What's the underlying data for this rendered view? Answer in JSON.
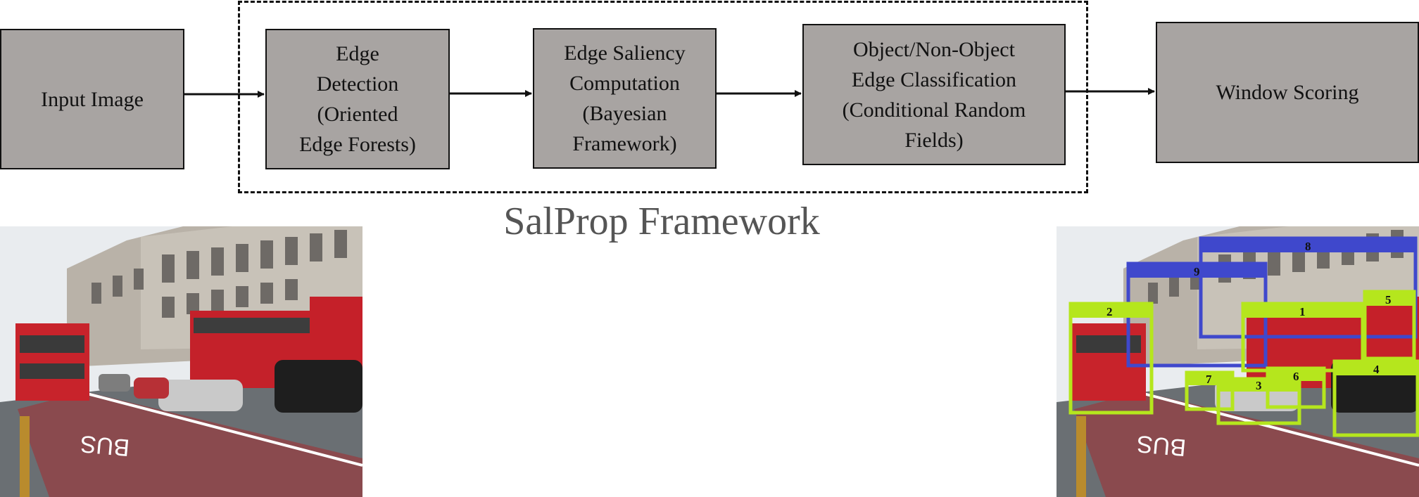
{
  "pipeline": {
    "input": "Input Image",
    "edge_detection": "Edge\nDetection\n(Oriented\nEdge Forests)",
    "saliency": "Edge Saliency\nComputation\n(Bayesian\nFramework)",
    "classification": "Object/Non-Object\nEdge Classification\n(Conditional Random\nFields)",
    "scoring": "Window Scoring",
    "framework_label": "SalProp Framework"
  },
  "detections": [
    {
      "label": "1",
      "color": "#b5e61d"
    },
    {
      "label": "2",
      "color": "#b5e61d"
    },
    {
      "label": "3",
      "color": "#b5e61d"
    },
    {
      "label": "4",
      "color": "#b5e61d"
    },
    {
      "label": "5",
      "color": "#b5e61d"
    },
    {
      "label": "6",
      "color": "#b5e61d"
    },
    {
      "label": "7",
      "color": "#b5e61d"
    },
    {
      "label": "8",
      "color": "#3f48cc"
    },
    {
      "label": "9",
      "color": "#3f48cc"
    }
  ],
  "colors": {
    "box_fill": "#a8a4a2",
    "object_box": "#b5e61d",
    "nonobject_box": "#3f48cc"
  }
}
